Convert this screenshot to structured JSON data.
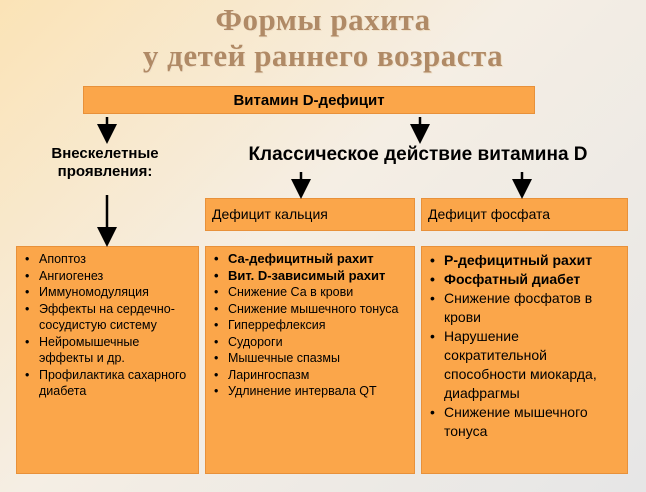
{
  "title": {
    "line1": "Формы рахита",
    "line2": "у детей раннего возраста"
  },
  "top_box": {
    "label": "Витамин D-дефицит"
  },
  "left_label": {
    "line1": "Внескелетные",
    "line2": "проявления:"
  },
  "center_label": {
    "text": "Классическое действие витамина D"
  },
  "sub_boxes": {
    "calcium": "Дефицит кальция",
    "phosphate": "Дефицит фосфата"
  },
  "columns": {
    "extraskeletal": [
      "Апоптоз",
      "Ангиогенез",
      "Иммуномодуляция",
      "Эффекты на сердечно-сосудистую систему",
      "Нейромышечные эффекты и др.",
      "Профилактика сахарного диабета"
    ],
    "calcium": [
      {
        "text": "Са-дефицитный рахит",
        "bold": true
      },
      {
        "text": "Вит. D-зависимый рахит",
        "bold": true
      },
      {
        "text": "Снижение Са в крови",
        "bold": false
      },
      {
        "text": "Снижение мышечного тонуса",
        "bold": false
      },
      {
        "text": "Гиперрефлексия",
        "bold": false
      },
      {
        "text": "Судороги",
        "bold": false
      },
      {
        "text": "Мышечные спазмы",
        "bold": false
      },
      {
        "text": "Ларингоспазм",
        "bold": false
      },
      {
        "text": "Удлинение интервала QT",
        "bold": false
      }
    ],
    "phosphate": [
      {
        "text": "Р-дефицитный рахит",
        "bold": true
      },
      {
        "text": "Фосфатный диабет",
        "bold": true
      },
      {
        "text": "Снижение фосфатов в крови",
        "bold": false
      },
      {
        "text": "Нарушение сократительной способности миокарда, диафрагмы",
        "bold": false
      },
      {
        "text": "Снижение мышечного тонуса",
        "bold": false
      }
    ]
  },
  "colors": {
    "box_fill": "#fba64a",
    "title": "#b08a66"
  }
}
